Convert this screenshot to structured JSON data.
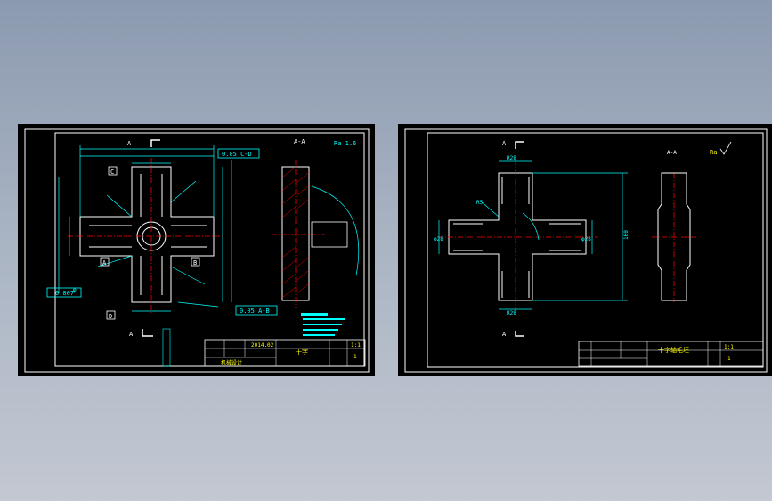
{
  "left_sheet": {
    "section_mark_top": "A",
    "section_mark_bottom": "A",
    "section_title": "A-A",
    "tolerance_top": "0.05 C-D",
    "tolerance_bottom": "0.05 A-B",
    "tolerance_left": "0.007",
    "datum_c": "C",
    "datum_d": "D",
    "datum_a": "A",
    "datum_b": "B",
    "roughness": "Ra 1.6",
    "title_block": {
      "date": "2014.02",
      "part_name": "十字",
      "scale": "1:1",
      "sheet_no": "1",
      "school": "机械设计"
    }
  },
  "right_sheet": {
    "section_mark_top": "A",
    "section_mark_bottom": "A",
    "section_title": "A-A",
    "dim_top": "R28",
    "dim_bottom": "R28",
    "dim_left": "φ28",
    "dim_right": "φ28",
    "dim_radius": "R5",
    "dim_total": "160",
    "roughness": "Ra",
    "title_block": {
      "part_name": "十字轴毛坯",
      "scale": "1:1",
      "sheet_no": "1"
    }
  }
}
